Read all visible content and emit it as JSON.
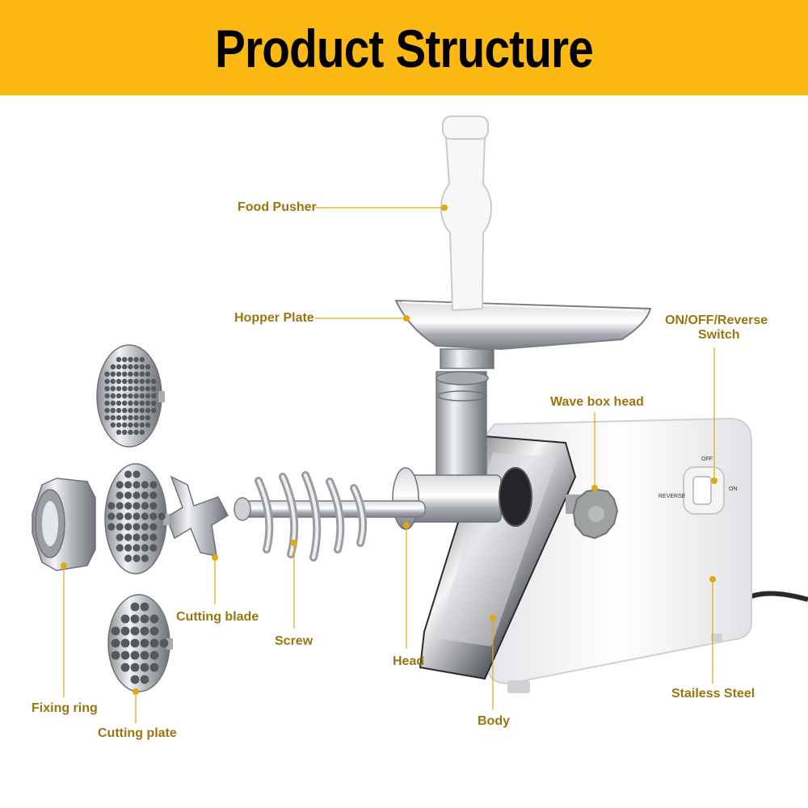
{
  "header": {
    "title": "Product Structure",
    "background_color": "#fdb913"
  },
  "label_color": "#9a7510",
  "leader_color": "#e0a910",
  "callouts": {
    "food_pusher": "Food Pusher",
    "hopper_plate": "Hopper Plate",
    "switch_line1": "ON/OFF/Reverse",
    "switch_line2": "Switch",
    "wave_box_head": "Wave box head",
    "cutting_blade": "Cutting blade",
    "screw": "Screw",
    "head": "Head",
    "fixing_ring": "Fixing ring",
    "cutting_plate": "Cutting plate",
    "body": "Body",
    "stainless_steel": "Stailess Steel"
  },
  "switch_panel": {
    "off": "OFF",
    "on": "ON",
    "reverse": "REVERSE"
  }
}
